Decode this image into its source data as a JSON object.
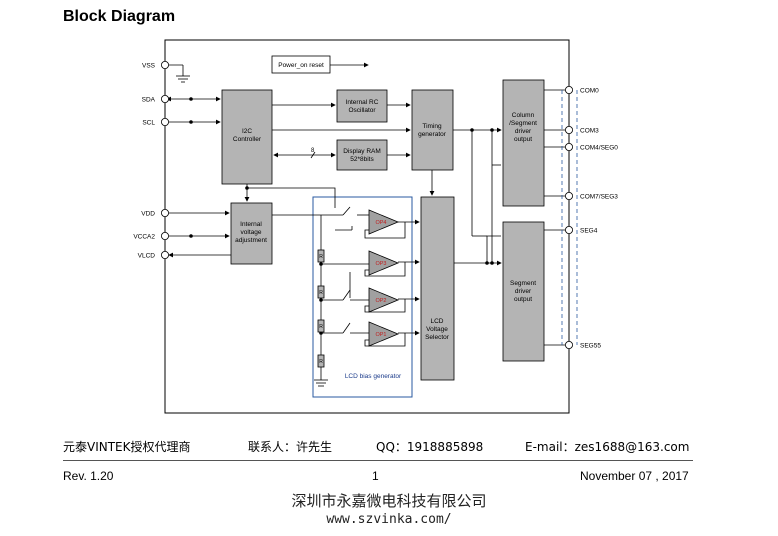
{
  "title": "Block Diagram",
  "diagram": {
    "pins_left": [
      "VSS",
      "SDA",
      "SCL",
      "VDD",
      "VCCA2",
      "VLCD"
    ],
    "pins_right": [
      "COM0",
      "COM3",
      "COM4/SEG0",
      "COM7/SEG3",
      "SEG4",
      "SEG55"
    ],
    "blocks": {
      "power_on_reset": "Power_on reset",
      "i2c_line1": "I2C",
      "i2c_line2": "Controller",
      "osc_line1": "Internal  RC",
      "osc_line2": "Oscillator",
      "ram_line1": "Display RAM",
      "ram_line2": "52*8bits",
      "timing_line1": "Timing",
      "timing_line2": "generator",
      "volt_line1": "Internal",
      "volt_line2": "voltage",
      "volt_line3": "adjustment",
      "col_line1": "Column",
      "col_line2": "/Segment",
      "col_line3": "driver",
      "col_line4": "output",
      "seg_line1": "Segment",
      "seg_line2": "driver",
      "seg_line3": "output",
      "sel_line1": "LCD",
      "sel_line2": "Voltage",
      "sel_line3": "Selector",
      "bias_label": "LCD bias generator",
      "bus_width": "8",
      "opamps": [
        "OP4",
        "OP3",
        "OP2",
        "OP1"
      ],
      "resistor": "R"
    }
  },
  "footer": {
    "agent": "元泰VINTEK授权代理商",
    "contact": "联系人：许先生",
    "qq": "QQ：1918885898",
    "email": "E-mail：zes1688@163.com",
    "rev": "Rev. 1.20",
    "page": "1",
    "date": "November 07 , 2017",
    "company": "深圳市永嘉微电科技有限公司",
    "website": "www.szvinka.com/"
  },
  "colors": {
    "block_fill": "#b4b4b4",
    "opamp_fill": "#a0a0a0",
    "bias_border": "#2a5aa0",
    "bias_text": "#1a3a8a",
    "dash_line": "#2a5aa0",
    "op_label": "#c02020"
  }
}
